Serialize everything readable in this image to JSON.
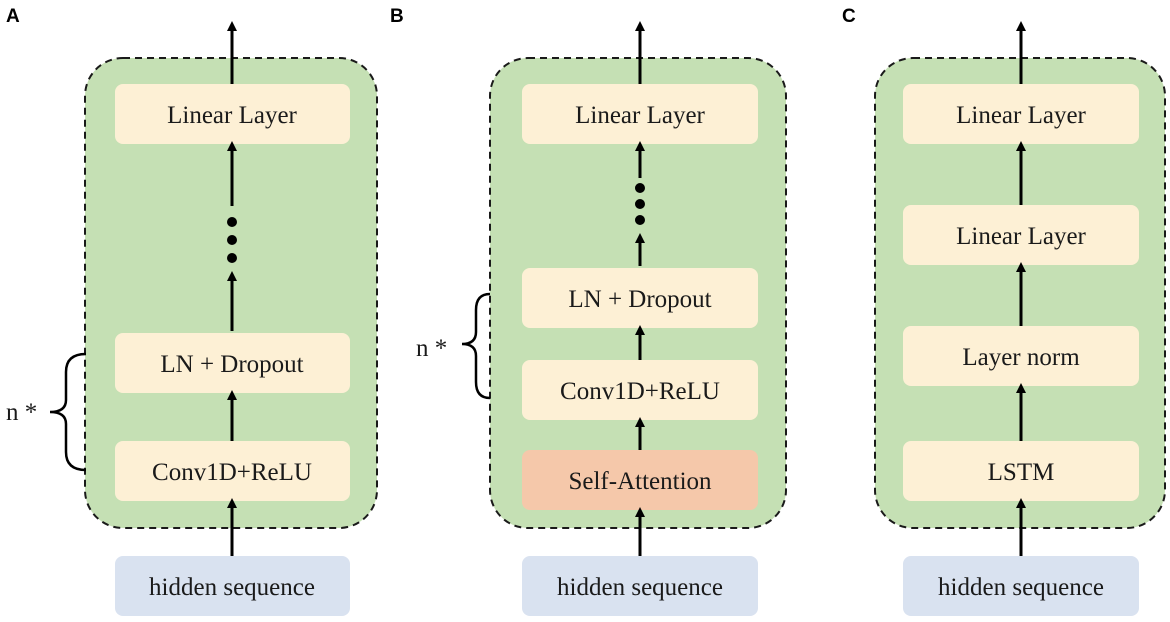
{
  "colors": {
    "container_fill": "#c5e0b4",
    "container_border": "#1a1a1a",
    "layer_fill": "#fdf0d5",
    "attention_fill": "#f5c8aa",
    "input_fill": "#d9e2f0",
    "arrow": "#000000"
  },
  "panels": [
    {
      "letter": "A",
      "blocks": [
        "Linear Layer",
        "LN + Dropout",
        "Conv1D+ReLU"
      ],
      "input": "hidden sequence",
      "bracket_label": "n *",
      "ellipsis": "dots-icon"
    },
    {
      "letter": "B",
      "blocks": [
        "Linear Layer",
        "LN + Dropout",
        "Conv1D+ReLU",
        "Self-Attention"
      ],
      "input": "hidden sequence",
      "bracket_label": "n *",
      "ellipsis": "dots-icon"
    },
    {
      "letter": "C",
      "blocks": [
        "Linear Layer",
        "Linear Layer",
        "Layer norm",
        "LSTM"
      ],
      "input": "hidden sequence"
    }
  ]
}
